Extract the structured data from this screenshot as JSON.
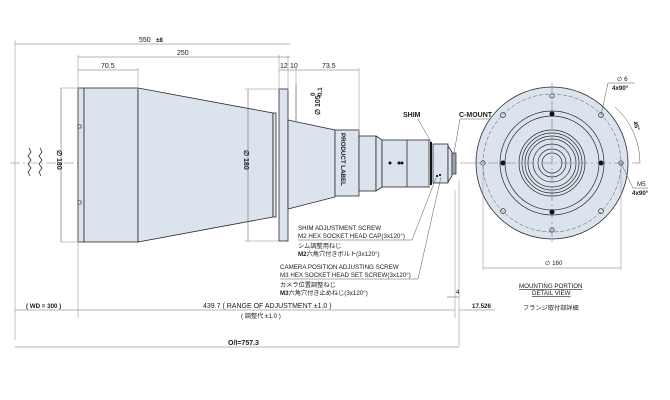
{
  "drawing": {
    "type": "lens dimensional drawing",
    "colors": {
      "body_fill": "#dbe3ee",
      "line": "#2a2a2a",
      "background": "#ffffff"
    }
  },
  "dimensions": {
    "overall_length": "550",
    "overall_length_tolerance": "±8",
    "cone_length": "250",
    "front_section": "70.5",
    "flange_thickness": "12",
    "flange_gap": "10",
    "rear_section": "73.5",
    "front_diameter": "∅ 180",
    "cone_diameter": "∅ 180",
    "mid_diameter": "∅ 105",
    "mid_diameter_tol_upper": "0",
    "mid_diameter_tol_lower": "-0.1",
    "mount_offset": "4",
    "flange_back": "17.526",
    "wd": "( WD = 300 )",
    "adjustment_range": "439.7 ( RANGE OF ADJUSTMENT ±1.0 )",
    "adjustment_range_jp": "( 調整代 ±1.0 )",
    "oi": "O/I=757.3"
  },
  "labels": {
    "product_label": "PRODUCT LABEL",
    "shim": "SHIM",
    "c_mount": "C-MOUNT",
    "shim_screw_en_1": "SHIM ADJUSTMENT SCREW",
    "shim_screw_en_2": "M2 HEX SOCKET HEAD CAP(3x120°)",
    "shim_screw_jp_1": "シム調整用ねじ",
    "shim_screw_jp_2_bold": "M2",
    "shim_screw_jp_2": "六角穴付きボルト(3x120°)",
    "cam_screw_en_1": "CAMERA POSITION ADJUSTING SCREW",
    "cam_screw_en_2": "M3 HEX SOCKET HEAD SET SCREW(3x120°)",
    "cam_screw_jp_1": "カメラ位置調整ねじ",
    "cam_screw_jp_2_bold": "M3",
    "cam_screw_jp_2": "六角穴付き止めねじ(3x120°)"
  },
  "detail_view": {
    "hole_dia": "∅ 6",
    "hole_count": "4x90°",
    "angle": "45°",
    "thread": "M5",
    "thread_count": "4x90°",
    "pcd": "∅ 160",
    "title_1": "MOUNTING PORTION",
    "title_2": "DETAIL VIEW",
    "title_jp": "フランジ取付部詳細"
  }
}
